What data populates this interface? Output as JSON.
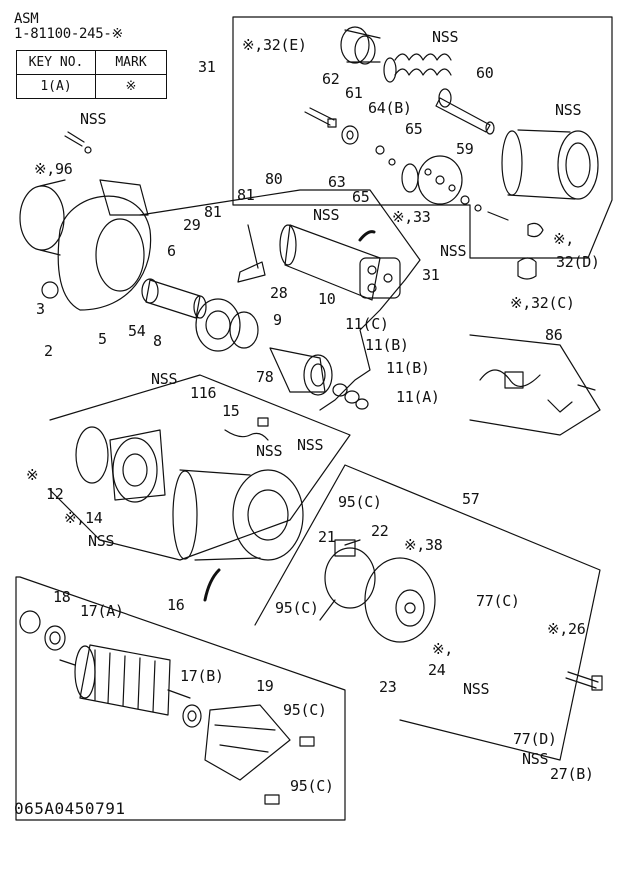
{
  "header": {
    "line1": "ASM",
    "line2": "1-81100-245-※"
  },
  "key_table": {
    "headers": [
      "KEY NO.",
      "MARK"
    ],
    "rows": [
      [
        "1(A)",
        "※"
      ]
    ]
  },
  "doc_id": "065A0450791",
  "callouts": [
    {
      "id": "c31a",
      "text": "31"
    },
    {
      "id": "c32e",
      "text": "※,32(E)"
    },
    {
      "id": "cnss1",
      "text": "NSS"
    },
    {
      "id": "c60",
      "text": "60"
    },
    {
      "id": "c62",
      "text": "62"
    },
    {
      "id": "c61",
      "text": "61"
    },
    {
      "id": "c64b",
      "text": "64(B)"
    },
    {
      "id": "cnss2",
      "text": "NSS"
    },
    {
      "id": "c65a",
      "text": "65"
    },
    {
      "id": "c59",
      "text": "59"
    },
    {
      "id": "c63",
      "text": "63"
    },
    {
      "id": "c65b",
      "text": "65"
    },
    {
      "id": "c33",
      "text": "※,33"
    },
    {
      "id": "cnss3",
      "text": "NSS"
    },
    {
      "id": "c32d1",
      "text": "※,"
    },
    {
      "id": "c32d2",
      "text": "32(D)"
    },
    {
      "id": "c32c",
      "text": "※,32(C)"
    },
    {
      "id": "cnss4",
      "text": "NSS"
    },
    {
      "id": "c96",
      "text": "※,96"
    },
    {
      "id": "c80",
      "text": "80"
    },
    {
      "id": "c81a",
      "text": "81"
    },
    {
      "id": "cnss5",
      "text": "NSS"
    },
    {
      "id": "c29",
      "text": "29"
    },
    {
      "id": "c81b",
      "text": "81"
    },
    {
      "id": "c6",
      "text": "6"
    },
    {
      "id": "c31b",
      "text": "31"
    },
    {
      "id": "c28",
      "text": "28"
    },
    {
      "id": "c3",
      "text": "3"
    },
    {
      "id": "c5",
      "text": "5"
    },
    {
      "id": "c54",
      "text": "54"
    },
    {
      "id": "c10",
      "text": "10"
    },
    {
      "id": "c9",
      "text": "9"
    },
    {
      "id": "c11c",
      "text": "11(C)"
    },
    {
      "id": "c86",
      "text": "86"
    },
    {
      "id": "c2",
      "text": "2"
    },
    {
      "id": "c8",
      "text": "8"
    },
    {
      "id": "c11b1",
      "text": "11(B)"
    },
    {
      "id": "c11b2",
      "text": "11(B)"
    },
    {
      "id": "c11a",
      "text": "11(A)"
    },
    {
      "id": "c78",
      "text": "78"
    },
    {
      "id": "cnss6",
      "text": "NSS"
    },
    {
      "id": "c116",
      "text": "116"
    },
    {
      "id": "c15",
      "text": "15"
    },
    {
      "id": "cnss7",
      "text": "NSS"
    },
    {
      "id": "cnss8",
      "text": "NSS"
    },
    {
      "id": "cstar1",
      "text": "※"
    },
    {
      "id": "c12",
      "text": "12"
    },
    {
      "id": "c14",
      "text": "※,14"
    },
    {
      "id": "cnss9",
      "text": "NSS"
    },
    {
      "id": "c57",
      "text": "57"
    },
    {
      "id": "c95c1",
      "text": "95(C)"
    },
    {
      "id": "c22",
      "text": "22"
    },
    {
      "id": "c21",
      "text": "21"
    },
    {
      "id": "c38",
      "text": "※,38"
    },
    {
      "id": "c95c2",
      "text": "95(C)"
    },
    {
      "id": "c77c",
      "text": "77(C)"
    },
    {
      "id": "c26",
      "text": "※,26"
    },
    {
      "id": "cstar2",
      "text": "※,"
    },
    {
      "id": "c24",
      "text": "24"
    },
    {
      "id": "c23",
      "text": "23"
    },
    {
      "id": "cnss10",
      "text": "NSS"
    },
    {
      "id": "c18",
      "text": "18"
    },
    {
      "id": "c17a",
      "text": "17(A)"
    },
    {
      "id": "c16",
      "text": "16"
    },
    {
      "id": "c17b",
      "text": "17(B)"
    },
    {
      "id": "c19",
      "text": "19"
    },
    {
      "id": "c95c3",
      "text": "95(C)"
    },
    {
      "id": "c95c4",
      "text": "95(C)"
    },
    {
      "id": "c77d",
      "text": "77(D)"
    },
    {
      "id": "cnss11",
      "text": "NSS"
    },
    {
      "id": "c27b",
      "text": "27(B)"
    }
  ]
}
